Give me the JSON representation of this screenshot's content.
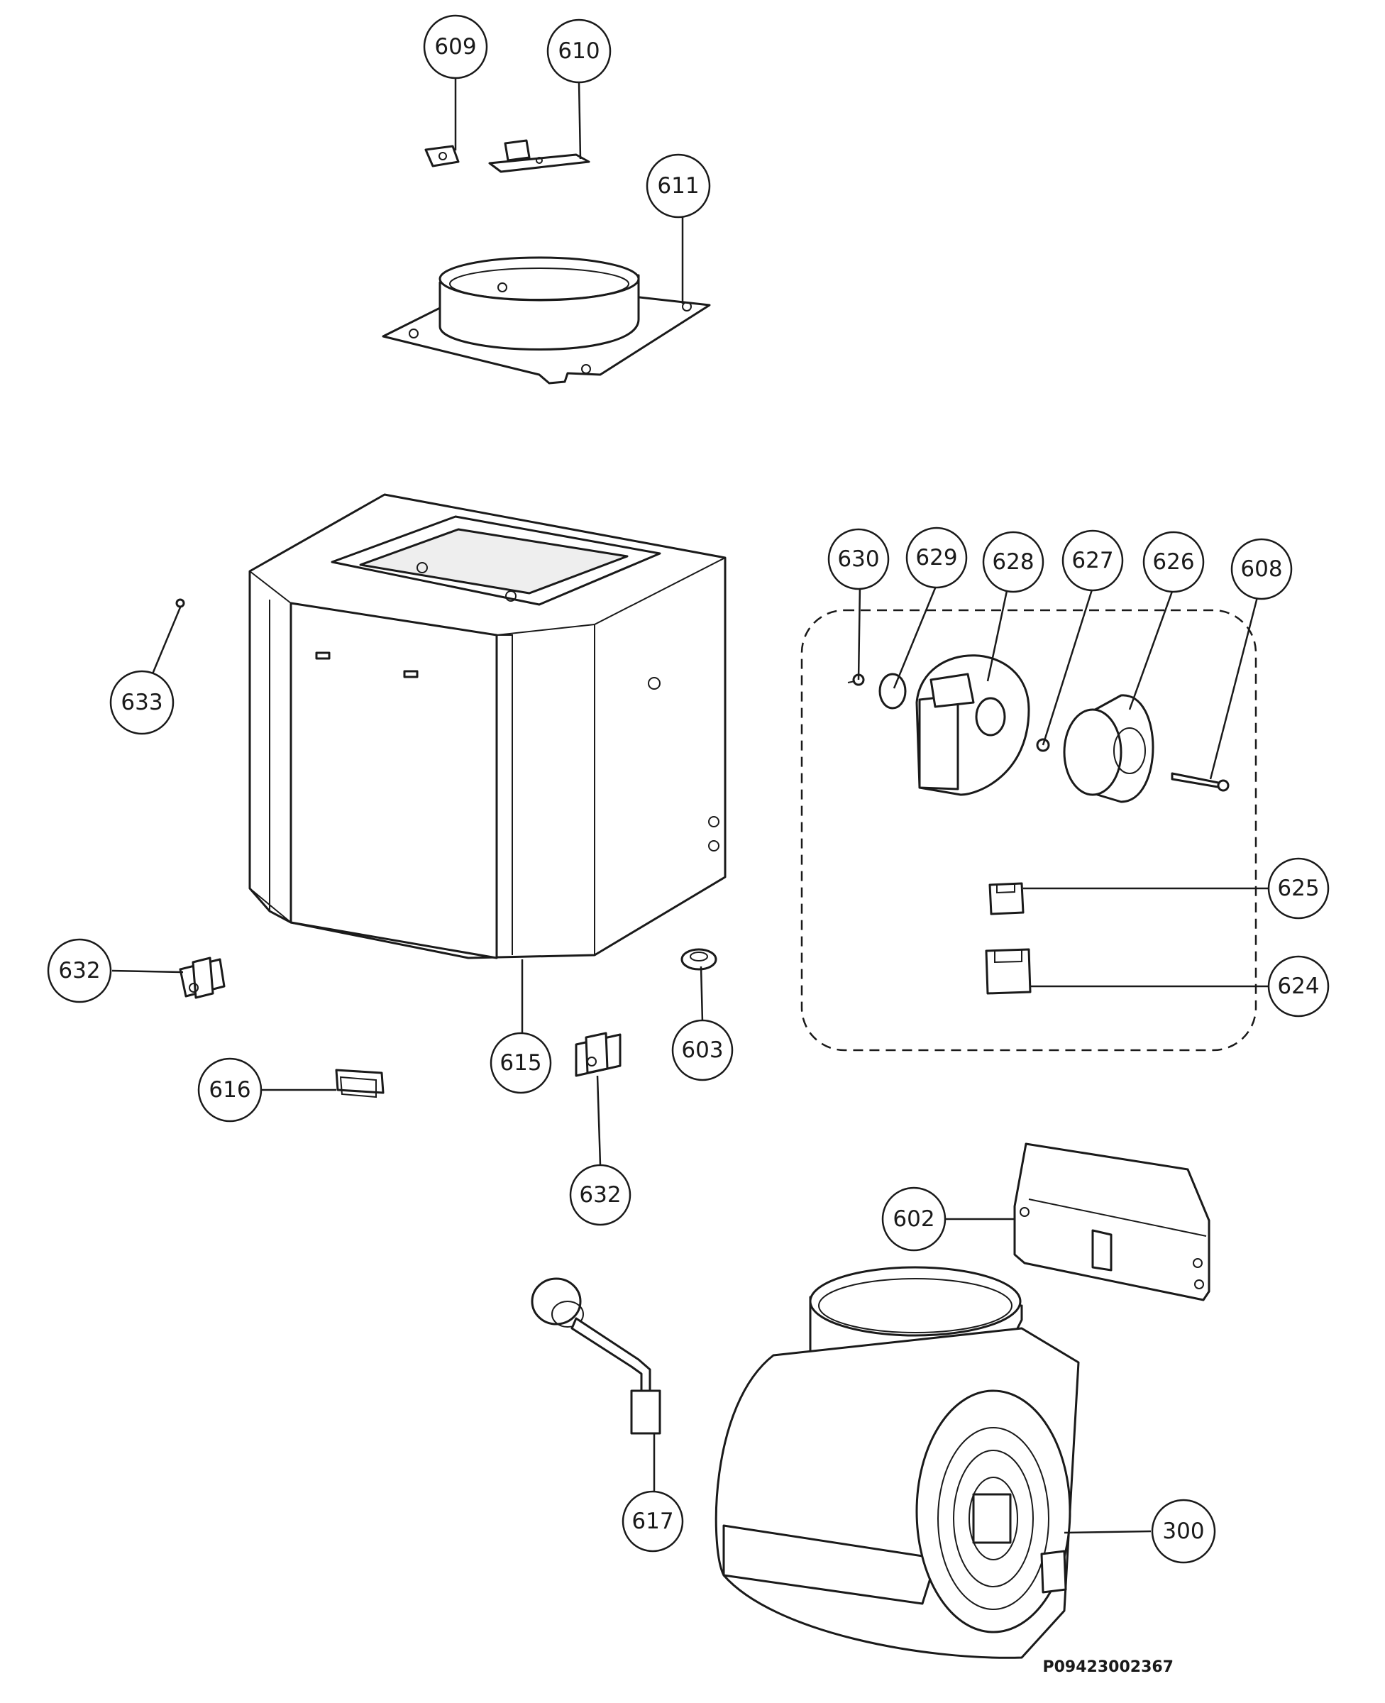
{
  "diagram": {
    "document_code": "P09423002367",
    "part_labels": [
      "609",
      "610",
      "611",
      "630",
      "629",
      "628",
      "627",
      "626",
      "608",
      "633",
      "625",
      "624",
      "632",
      "603",
      "615",
      "616",
      "632",
      "602",
      "617",
      "300"
    ]
  }
}
